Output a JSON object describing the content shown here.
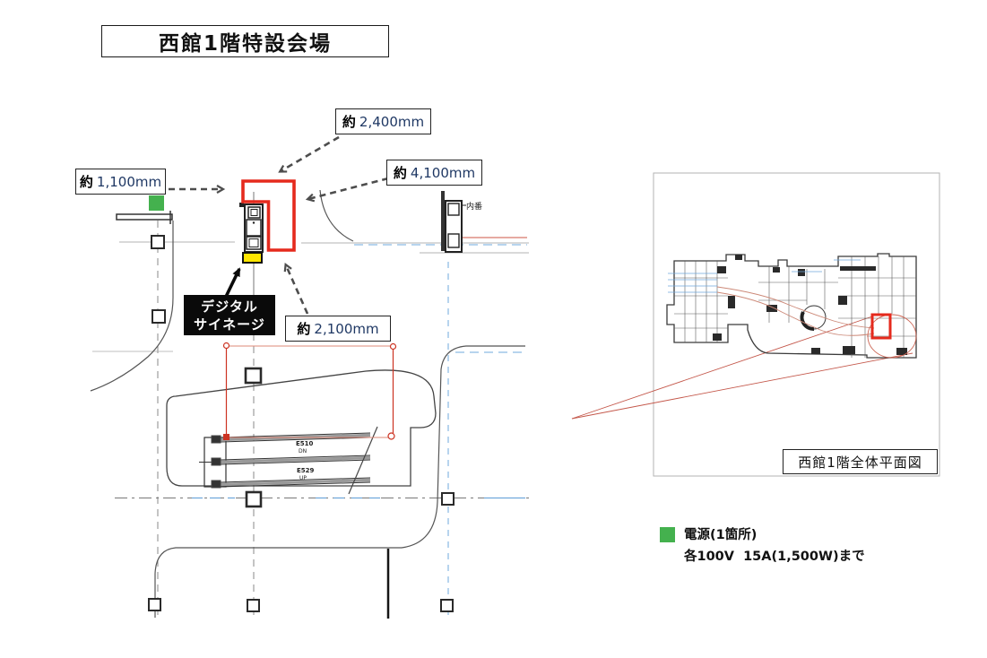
{
  "page": {
    "title": "西館1階特設会場"
  },
  "measurements": {
    "m2400": {
      "prefix": "約",
      "value": "2,400mm"
    },
    "m4100": {
      "prefix": "約",
      "value": "4,100mm"
    },
    "m1100": {
      "prefix": "約",
      "value": "1,100mm"
    },
    "m2100": {
      "prefix": "約",
      "value": "2,100mm"
    }
  },
  "signage": {
    "line1": "デジタル",
    "line2": "サイネージ"
  },
  "plan_annotations": {
    "interior_note": "内番",
    "escalators": [
      {
        "id": "E510",
        "dir": "DN"
      },
      {
        "id": "E529",
        "dir": "UP"
      }
    ]
  },
  "overview": {
    "caption": "西館1階全体平面図"
  },
  "legend": {
    "title": "電源(1箇所)",
    "detail": "各100V  15A(1,500W)まで"
  },
  "colors": {
    "highlight_red": "#e52a1d",
    "signage_yellow": "#ffe600",
    "power_green": "#44b14e",
    "number_navy": "#1f3864"
  }
}
